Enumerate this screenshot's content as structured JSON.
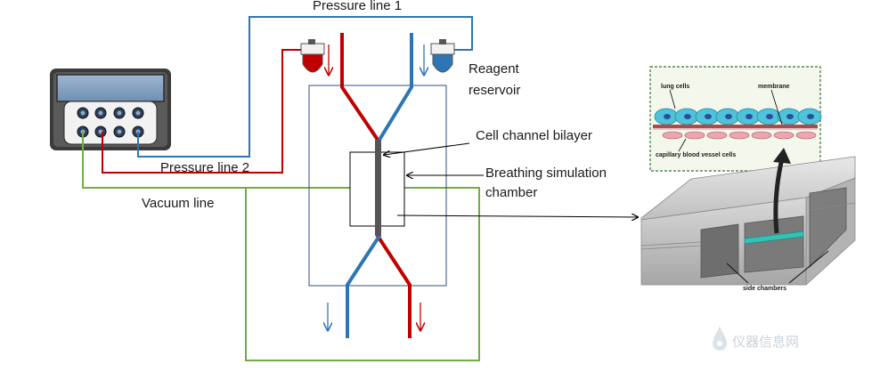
{
  "labels": {
    "pressure_line_1": "Pressure line 1",
    "pressure_line_2": "Pressure line 2",
    "vacuum_line": "Vacuum line",
    "reagent_reservoir_line1": "Reagent",
    "reagent_reservoir_line2": "reservoir",
    "cell_channel_bilayer": "Cell channel bilayer",
    "breathing_chamber_line1": "Breathing simulation",
    "breathing_chamber_line2": "chamber"
  },
  "inset": {
    "lung_cells": "lung cells",
    "membrane": "membrane",
    "capillary_cells": "capillary blood vessel cells",
    "side_chambers": "side chambers"
  },
  "watermark": {
    "logo_icon": "droplet-logo-icon",
    "text": "仪器信息网"
  },
  "colors": {
    "pressure_line_1": "#2e75b6",
    "pressure_line_2": "#c00000",
    "vacuum_line": "#70ad47",
    "device_outline": "#2f4f7f",
    "bilayer": "#555555",
    "inset_border": "#3a6e3a"
  }
}
